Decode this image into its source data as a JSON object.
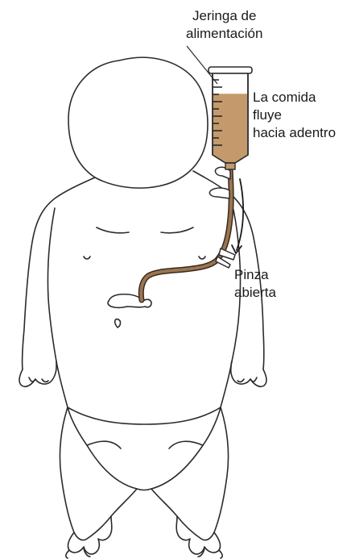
{
  "labels": {
    "syringe": [
      "Jeringa de",
      "alimentación"
    ],
    "flow": [
      "La comida",
      "fluye",
      "hacia adentro"
    ],
    "clamp": [
      "Pinza",
      "abierta"
    ]
  },
  "colors": {
    "outline": "#2b2b2b",
    "food": "#c49a6c",
    "tube": "#9a7552",
    "tube_outline": "#3a2a1c"
  },
  "syringe_fill_fraction": 0.75
}
